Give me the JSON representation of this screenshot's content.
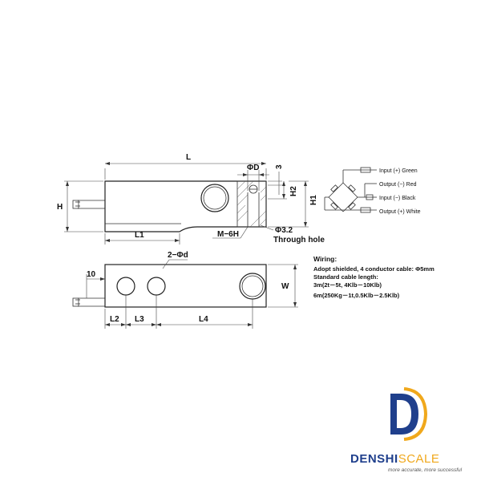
{
  "side_view": {
    "label_L": "L",
    "label_H": "H",
    "label_L1": "L1",
    "label_phiD": "ΦD",
    "label_3": "3",
    "label_H2": "H2",
    "label_H1": "H1",
    "label_M6H": "M−6H",
    "label_phi32": "Φ3.2",
    "label_through": "Through hole"
  },
  "top_view": {
    "label_2phid": "2−Φd",
    "label_10": "10",
    "label_W": "W",
    "label_L2": "L2",
    "label_L3": "L3",
    "label_L4": "L4"
  },
  "wiring_diagram": {
    "input_pos": "Input (+) Green",
    "output_neg": "Output (−) Red",
    "input_neg": "Input (−) Black",
    "output_pos": "Output (+) White"
  },
  "wiring_notes": {
    "title": "Wiring:",
    "line1": "Adopt shielded, 4 conductor cable: Φ5mm",
    "line2": "Standard cable length:",
    "line3": "3m(2t－5t, 4Klb－10Klb)",
    "line4": "6m(250Kg－1t,0.5Klb－2.5Klb)"
  },
  "brand": {
    "name_part1": "DENSHI",
    "name_part2": "SCALE",
    "tagline": "more accurate, more successful",
    "colors": {
      "primary": "#1f3f8c",
      "accent": "#f0a81c"
    }
  }
}
